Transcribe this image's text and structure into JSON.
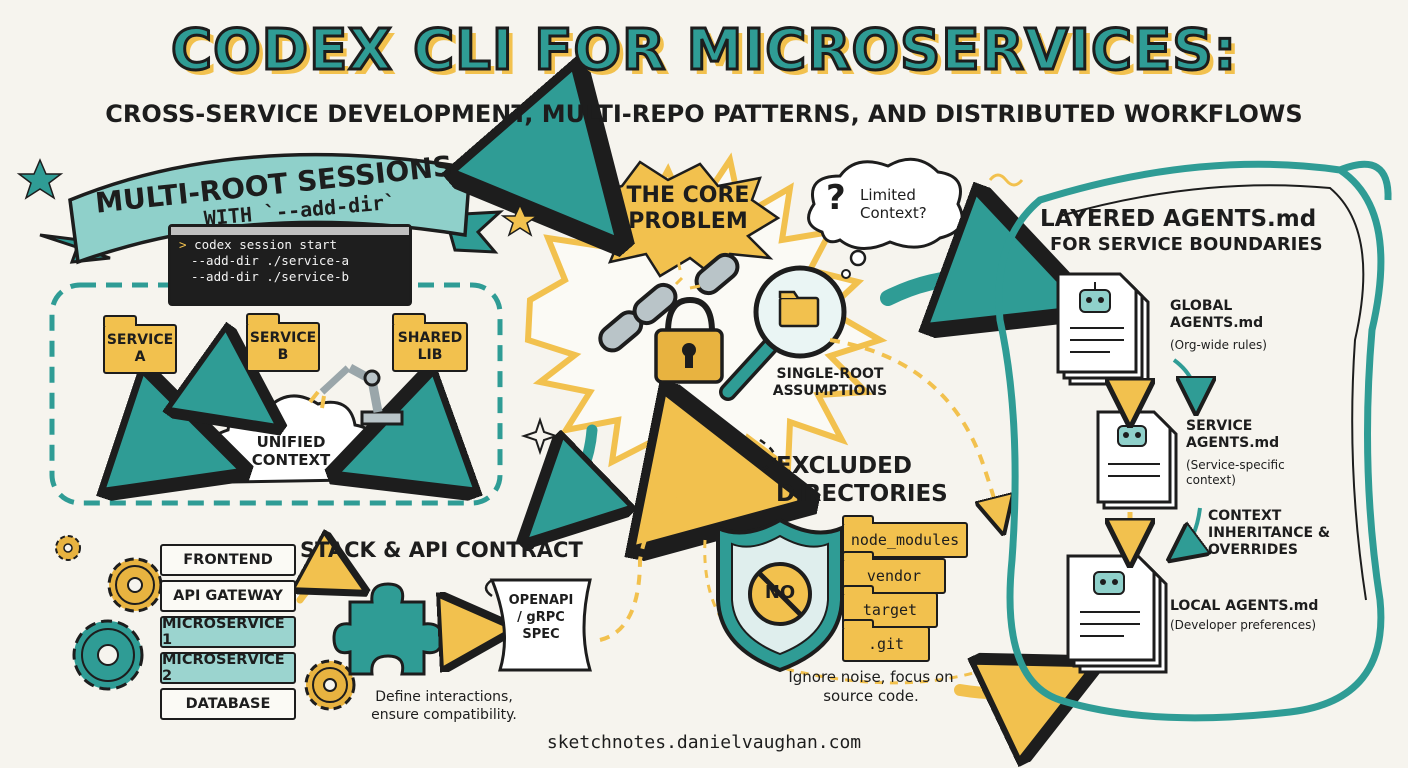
{
  "header": {
    "title": "CODEX CLI FOR MICROSERVICES:",
    "subtitle": "CROSS-SERVICE DEVELOPMENT, MULTI-REPO PATTERNS, AND DISTRIBUTED WORKFLOWS"
  },
  "multi_root": {
    "banner_line1": "MULTI-ROOT SESSIONS",
    "banner_line2": "WITH `--add-dir`",
    "terminal_lines": [
      "codex session start",
      "--add-dir ./service-a",
      "--add-dir ./service-b"
    ],
    "terminal_prompt": ">",
    "folders": [
      "SERVICE A",
      "SERVICE B",
      "SHARED LIB"
    ],
    "cloud_label": "UNIFIED CONTEXT"
  },
  "core_problem": {
    "label": "THE CORE PROBLEM",
    "thought_mark": "?",
    "thought_text": "Limited Context?",
    "magnifier_label": "SINGLE-ROOT ASSUMPTIONS"
  },
  "layered_agents": {
    "title_line1": "LAYERED AGENTS.md",
    "title_line2": "FOR SERVICE BOUNDARIES",
    "levels": [
      {
        "name": "GLOBAL AGENTS.md",
        "desc": "(Org-wide rules)"
      },
      {
        "name": "SERVICE AGENTS.md",
        "desc": "(Service-specific context)"
      },
      {
        "name": "LOCAL AGENTS.md",
        "desc": "(Developer preferences)"
      }
    ],
    "inheritance_note": "CONTEXT INHERITANCE & OVERRIDES"
  },
  "stack": {
    "title": "STACK & API CONTRACT",
    "layers": [
      "FRONTEND",
      "API GATEWAY",
      "MICROSERVICE 1",
      "MICROSERVICE 2",
      "DATABASE"
    ],
    "spec_label": "OPENAPI / gRPC SPEC",
    "caption": "Define interactions, ensure compatibility."
  },
  "excluded": {
    "title": "EXCLUDED DIRECTORIES",
    "shield_text": "NO",
    "folders": [
      "node_modules",
      "vendor",
      "target",
      ".git"
    ],
    "caption": "Ignore noise, focus on source code."
  },
  "footer": {
    "url": "sketchnotes.danielvaughan.com"
  },
  "colors": {
    "teal": "#2f9c95",
    "teal_light": "#9bd4cf",
    "yellow": "#f2c14e",
    "ink": "#1d1d1d",
    "paper": "#f6f4ee"
  }
}
